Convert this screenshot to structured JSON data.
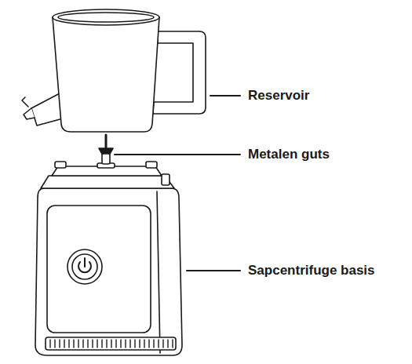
{
  "diagram": {
    "labels": [
      "Reservoir",
      "Metalen guts",
      "Sapcentrifuge basis"
    ]
  }
}
